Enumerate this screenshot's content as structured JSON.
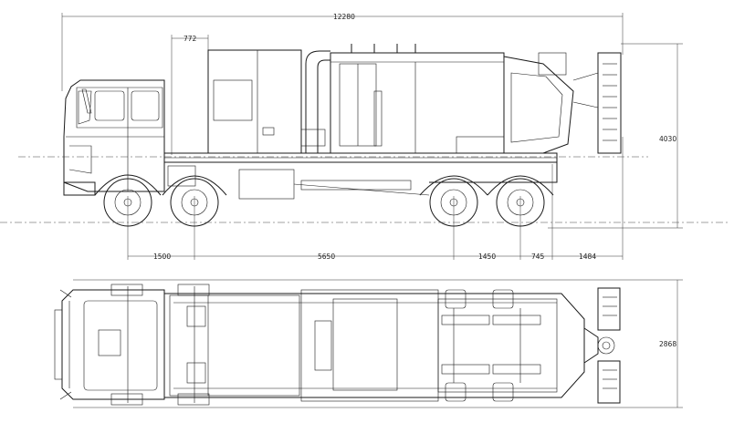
{
  "drawing": {
    "dimensions": {
      "overall_length": "12280",
      "front_overhang": "772",
      "overall_height": "4030",
      "axle_1_2": "1500",
      "axle_2_3": "5650",
      "axle_3_4": "1450",
      "rear_axle_to_frame": "745",
      "rear_overhang": "1484",
      "overall_width": "2868"
    }
  }
}
